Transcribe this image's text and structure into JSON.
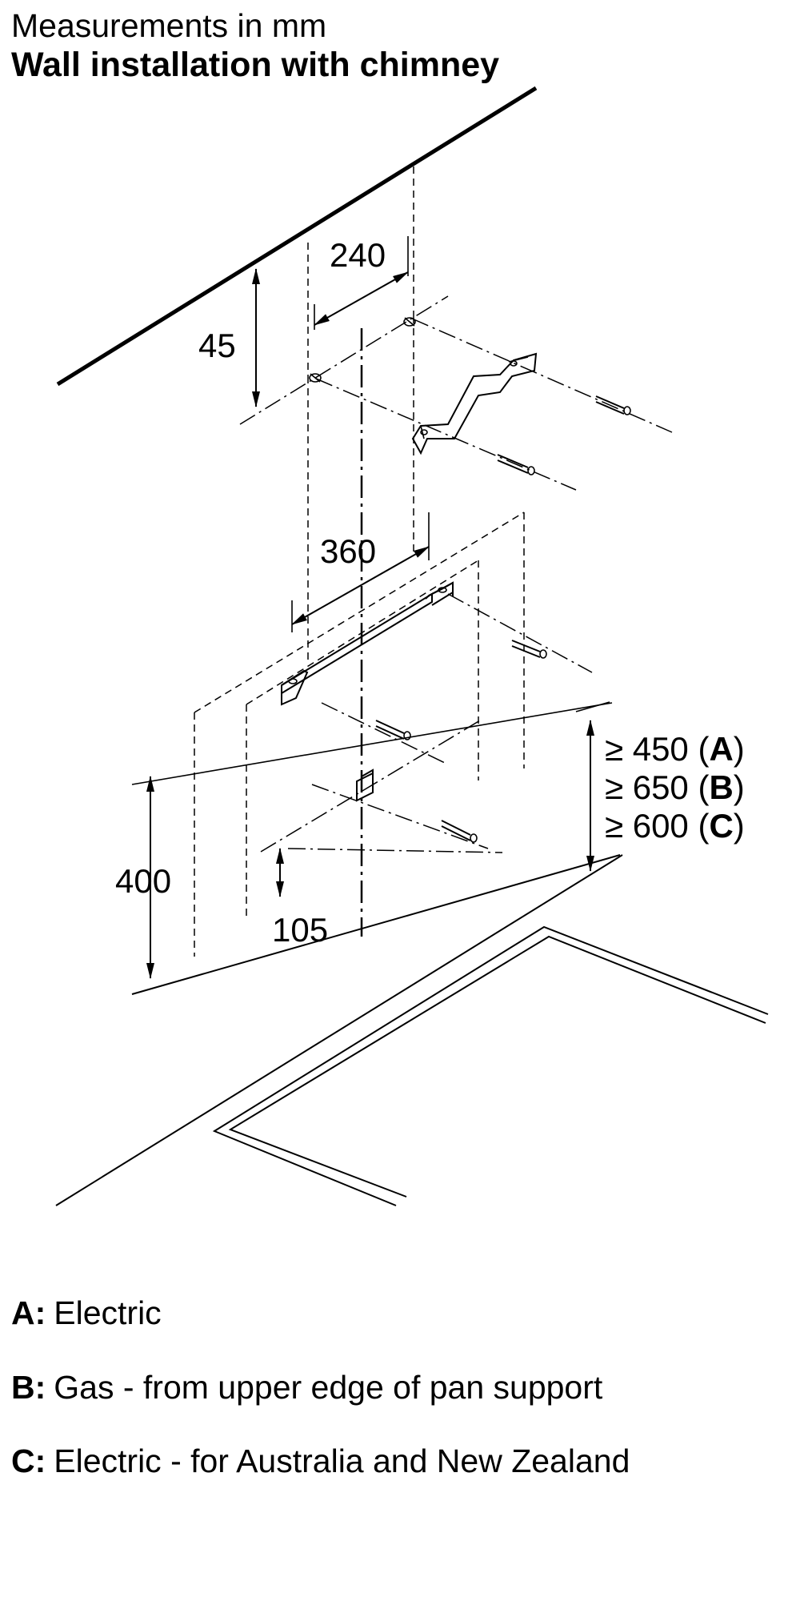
{
  "header": {
    "subtitle": "Measurements in mm",
    "title": "Wall installation with chimney"
  },
  "dimensions": {
    "wall_offset": "45",
    "upper_hole_spacing": "240",
    "lower_bracket_spacing": "360",
    "height_400": "400",
    "height_105": "105",
    "clearance_a_prefix": "≥ 450 (",
    "clearance_a_letter": "A",
    "clearance_b_prefix": "≥ 650 (",
    "clearance_b_letter": "B",
    "clearance_c_prefix": "≥ 600 (",
    "clearance_c_letter": "C",
    "clearance_suffix": ")"
  },
  "legend": [
    {
      "letter": "A:",
      "text": "Electric"
    },
    {
      "letter": "B:",
      "text": "Gas - from upper edge of pan support"
    },
    {
      "letter": "C:",
      "text": "Electric - for Australia and New Zealand"
    }
  ]
}
